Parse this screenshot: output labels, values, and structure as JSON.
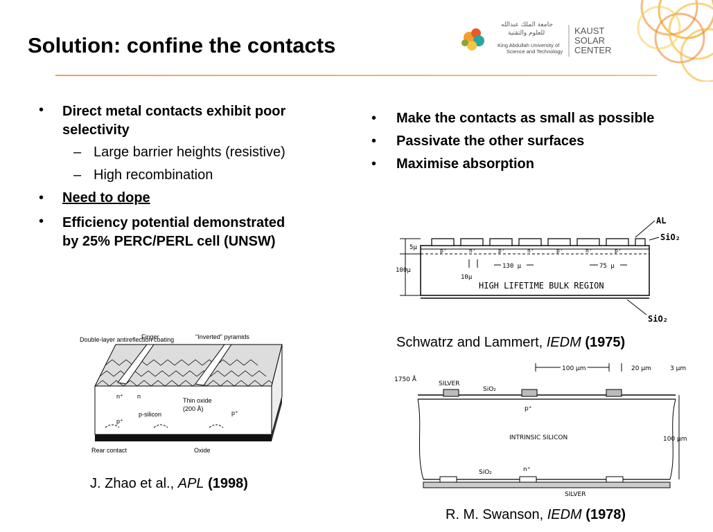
{
  "slide": {
    "title": "Solution: confine the contacts",
    "logo": {
      "arabic_line1": "جامعة الملك عبدالله",
      "arabic_line2": "للعلوم والتقنية",
      "english_line1": "King Abdullah University of",
      "english_line2": "Science and Technology",
      "kaust": "KAUST",
      "solar": "SOLAR",
      "center": "CENTER"
    },
    "left_bullets": {
      "b1_line1": "Direct metal contacts exhibit poor",
      "b1_line2": "selectivity",
      "sub1": "Large barrier heights (resistive)",
      "sub2": "High recombination",
      "b2": "Need to dope",
      "b3_line1": "Efficiency potential demonstrated",
      "b3_line2": "by 25% PERC/PERL cell (UNSW)"
    },
    "right_bullets": [
      "Make the contacts as small as possible",
      "Passivate the other surfaces",
      "Maximise absorption"
    ],
    "bullet_char": "•",
    "dash_char": "–",
    "fig_schwartz": {
      "al": "AL",
      "sio2_top": "SiO₂",
      "sio2_bottom": "SiO₂",
      "dim_5u": "5μ",
      "dim_100u": "100μ",
      "dim_10u": "10μ",
      "dim_130u": "130 μ",
      "dim_75u": "75 μ",
      "pplus": "p⁺",
      "nplus": "n⁺",
      "region": "HIGH LIFETIME BULK REGION"
    },
    "caption_schwartz": {
      "authors": "Schwatrz and Lammert, ",
      "journal": "IEDM",
      "year": "(1975)"
    },
    "fig_zhao": {
      "label_arc": "Double-layer antireflection coating",
      "label_finger": "Finger",
      "label_pyramids": "\"Inverted\" pyramids",
      "label_n_plus": "n⁺",
      "label_n": "n",
      "label_psilicon": "p-silicon",
      "label_thin_oxide": "Thin oxide",
      "label_200a": "(200 Å)",
      "label_p_plus": "p⁺",
      "label_rear": "Rear contact",
      "label_oxide": "Oxide"
    },
    "caption_zhao": {
      "authors": "J. Zhao et al., ",
      "journal": "APL",
      "year": "(1998)"
    },
    "fig_swanson": {
      "dim_100um": "100 μm",
      "dim_20um": "20 μm",
      "dim_3um": "3 μm",
      "dim_1750a": "1750 Å",
      "silver_top": "SILVER",
      "sio2_top": "SiO₂",
      "pplus": "p⁺",
      "intrinsic": "INTRINSIC SILICON",
      "dim_100um_thick": "100 μm",
      "sio2_bottom": "SiO₂",
      "nplus": "n⁺",
      "silver_bottom": "SILVER"
    },
    "caption_swanson": {
      "authors": "R. M. Swanson, ",
      "journal": "IEDM",
      "year": "(1978)"
    },
    "colors": {
      "accent_rule": "#e8a44a",
      "logo_orange": "#f0a030",
      "logo_teal": "#2aa6a0"
    }
  }
}
